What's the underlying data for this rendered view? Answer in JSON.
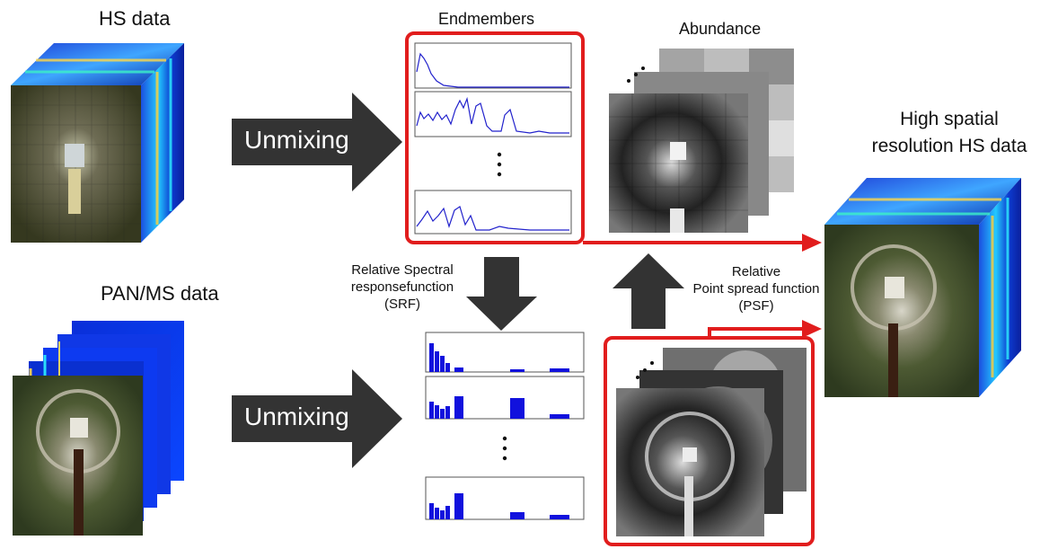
{
  "labels": {
    "hs_data": "HS data",
    "pan_ms_data": "PAN/MS data",
    "endmembers": "Endmembers",
    "abundance": "Abundance",
    "output_line1": "High spatial",
    "output_line2": "resolution HS data",
    "srf_line1": "Relative Spectral",
    "srf_line2": "responsefunction",
    "srf_line3": "(SRF)",
    "psf_line1": "Relative",
    "psf_line2": "Point spread function",
    "psf_line3": "(PSF)",
    "unmixing_top": "Unmixing",
    "unmixing_bottom": "Unmixing"
  },
  "colors": {
    "highlight": "#e11d1d",
    "arrow": "#333333",
    "spectrum_line": "#2222cc",
    "bar": "#1111dd"
  }
}
